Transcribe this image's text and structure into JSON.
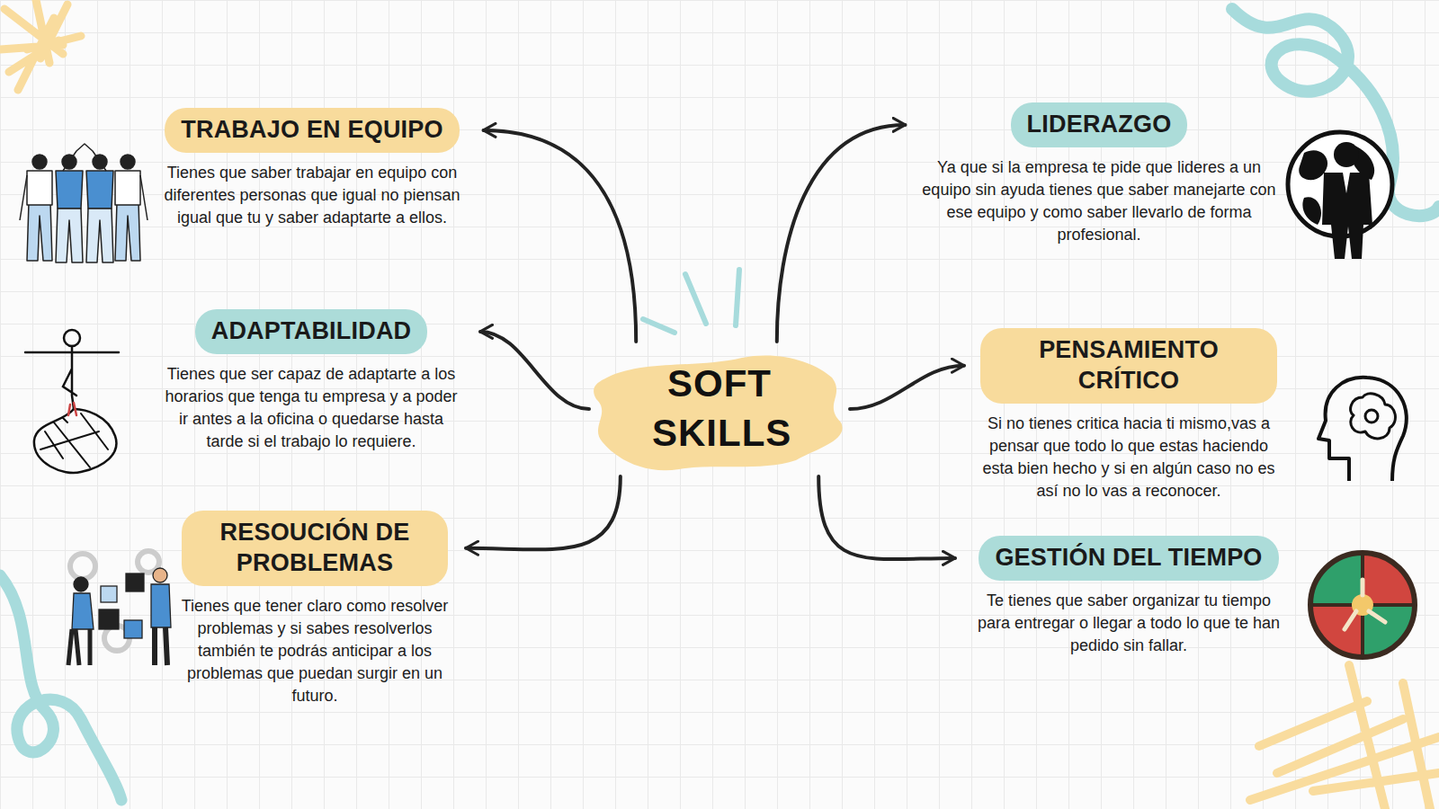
{
  "diagram": {
    "nodes": [
      {
        "text": [
          "SOFT SKILLS"
        ]
      },
      {
        "text": [
          "TRABAJO EN EQUIPO",
          "Tienes que saber trabajar en equipo con diferentes personas que igual no piensan igual que tu y saber adaptarte a ellos."
        ]
      },
      {
        "text": [
          "LIDERAZGO",
          "Ya que si la empresa te pide que lideres a un equipo sin ayuda tienes que saber manejarte con ese equipo y como saber llevarlo de forma profesional."
        ]
      },
      {
        "text": [
          "ADAPTABILIDAD",
          "Tienes que ser capaz de adaptarte a los horarios que tenga tu empresa y a poder ir antes a la oficina o quedarse hasta tarde si el trabajo lo requiere."
        ]
      },
      {
        "text": [
          "PENSAMIENTO CRÍTICO",
          "Si no tienes critica hacia ti mismo,vas a pensar que todo lo que estas haciendo esta bien hecho y si en algún caso no es así no lo vas a reconocer."
        ]
      },
      {
        "text": [
          "RESOUCIÓN DE PROBLEMAS",
          "Tienes que tener claro como resolver problemas y si sabes resolverlos también te podrás anticipar a los problemas que puedan surgir en un futuro."
        ]
      },
      {
        "text": [
          "GESTIÓN DEL TIEMPO",
          "Te tienes que saber organizar tu tiempo para entregar o llegar a todo lo que te han pedido sin fallar."
        ]
      }
    ],
    "edges": [
      {
        "from": 0,
        "to": 1,
        "arrow": "to"
      },
      {
        "from": 0,
        "to": 2,
        "arrow": "to"
      },
      {
        "from": 0,
        "to": 3,
        "arrow": "to"
      },
      {
        "from": 0,
        "to": 4,
        "arrow": "to"
      },
      {
        "from": 0,
        "to": 5,
        "arrow": "to"
      },
      {
        "from": 0,
        "to": 6,
        "arrow": "to"
      }
    ]
  }
}
